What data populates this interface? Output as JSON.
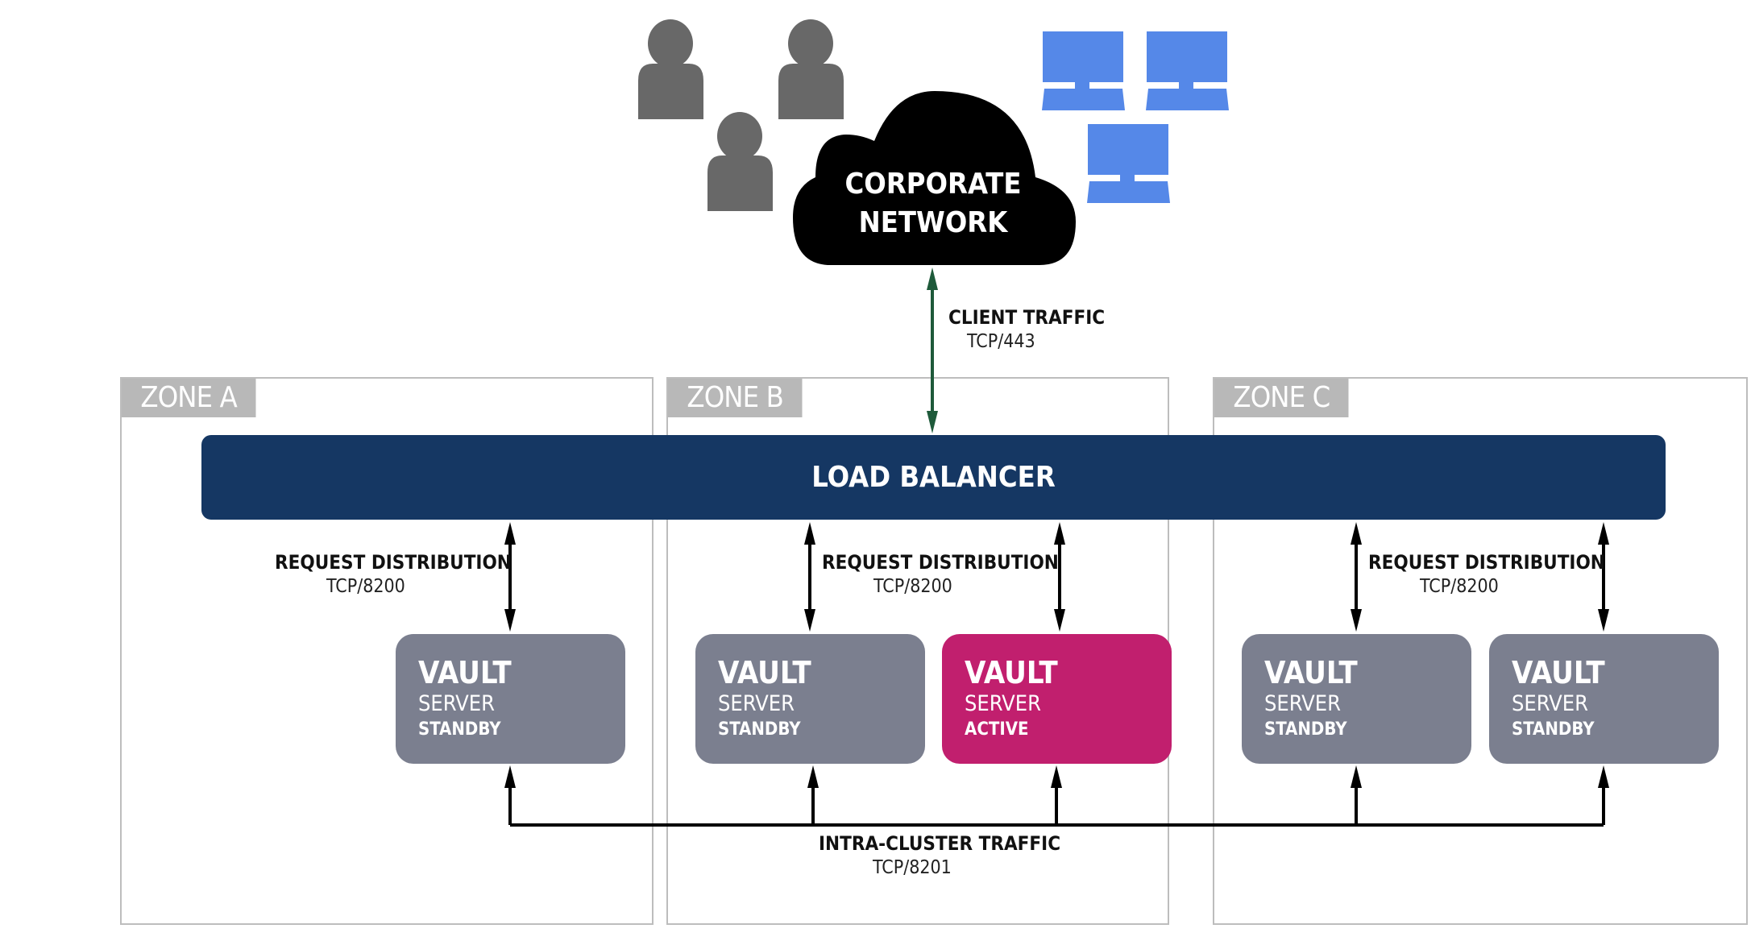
{
  "cloud": {
    "line1": "CORPORATE",
    "line2": "NETWORK"
  },
  "client_traffic": {
    "title": "CLIENT TRAFFIC",
    "port": "TCP/443"
  },
  "zones": [
    {
      "label": "ZONE A"
    },
    {
      "label": "ZONE B"
    },
    {
      "label": "ZONE C"
    }
  ],
  "load_balancer": {
    "label": "LOAD BALANCER"
  },
  "request_distribution": [
    {
      "title": "REQUEST DISTRIBUTION",
      "port": "TCP/8200"
    },
    {
      "title": "REQUEST DISTRIBUTION",
      "port": "TCP/8200"
    },
    {
      "title": "REQUEST DISTRIBUTION",
      "port": "TCP/8200"
    }
  ],
  "vaults": [
    {
      "title": "VAULT",
      "subtitle": "SERVER",
      "state": "STANDBY",
      "zone": "ZONE A"
    },
    {
      "title": "VAULT",
      "subtitle": "SERVER",
      "state": "STANDBY",
      "zone": "ZONE B"
    },
    {
      "title": "VAULT",
      "subtitle": "SERVER",
      "state": "ACTIVE",
      "zone": "ZONE B"
    },
    {
      "title": "VAULT",
      "subtitle": "SERVER",
      "state": "STANDBY",
      "zone": "ZONE C"
    },
    {
      "title": "VAULT",
      "subtitle": "SERVER",
      "state": "STANDBY",
      "zone": "ZONE C"
    }
  ],
  "intra_cluster": {
    "title": "INTRA-CLUSTER TRAFFIC",
    "port": "TCP/8201"
  },
  "icons": {
    "users": "user-icon",
    "workstations": "computer-monitor-icon",
    "network": "cloud-icon"
  },
  "colors": {
    "user_icon": "#686868",
    "monitor_icon": "#5588e8",
    "cloud": "#000000",
    "client_arrow": "#1e5a3a",
    "load_balancer": "#153763",
    "vault_standby": "#7b7f8f",
    "vault_active": "#c11f6e",
    "zone_label": "#b8b8b8"
  }
}
